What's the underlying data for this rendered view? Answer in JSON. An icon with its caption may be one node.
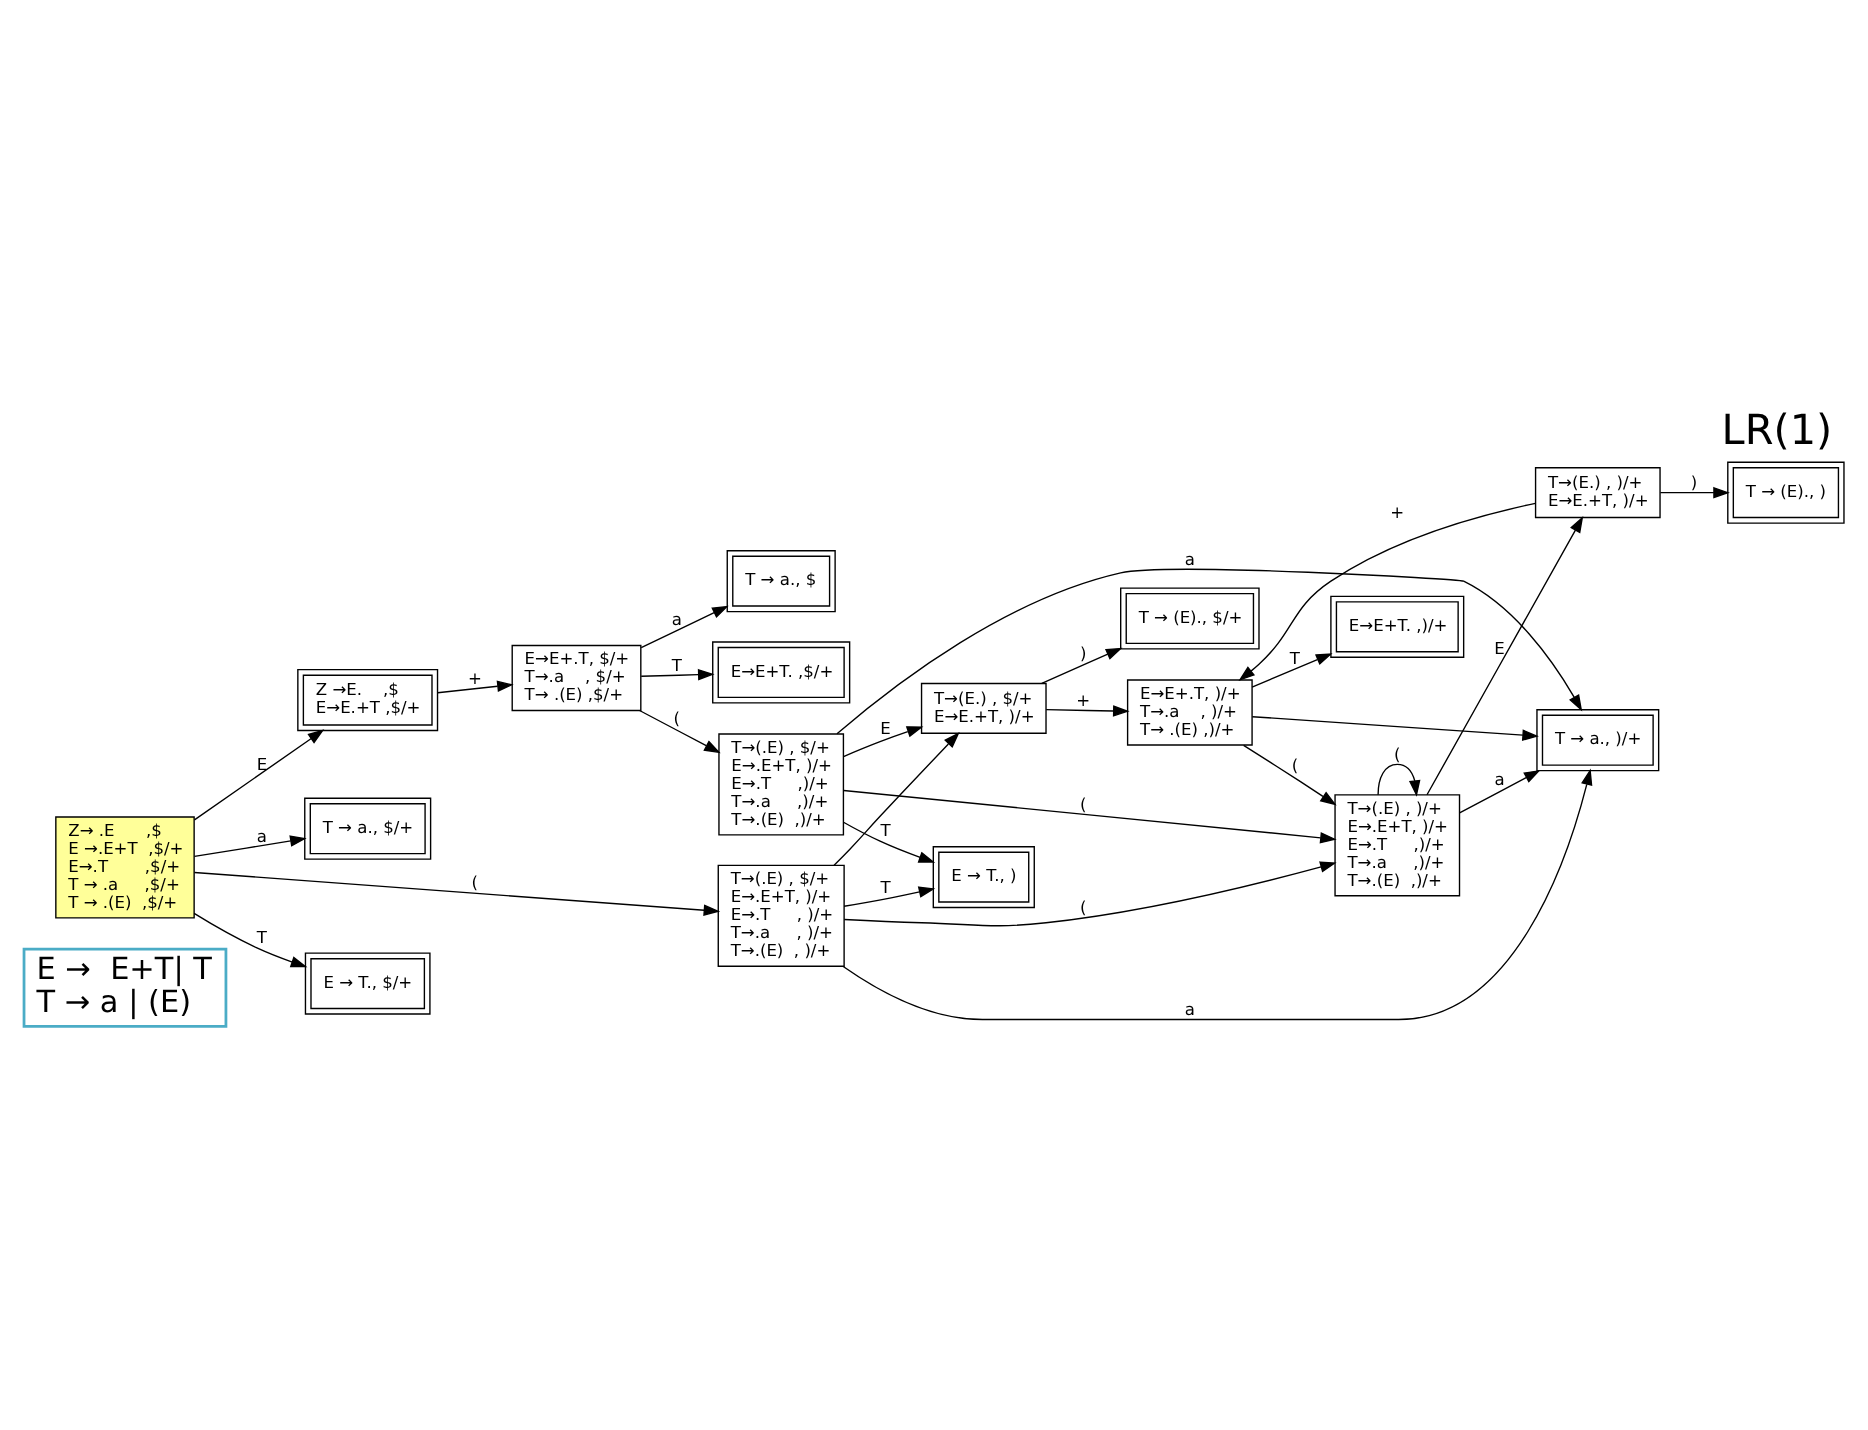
{
  "diagram": {
    "title": "LR(1)",
    "nodes": [
      {
        "text": [
          "E →  E+T| T",
          "T → a | (E)"
        ]
      },
      {
        "text": [
          "Z→ .E      ,$",
          "E →.E+T  ,$/+",
          "E→.T       ,$/+",
          "T → .a     ,$/+",
          "T → .(E)  ,$/+"
        ]
      },
      {
        "text": [
          "Z →E.    ,$",
          "E→E.+T ,$/+"
        ]
      },
      {
        "text": [
          "E→E+.T, $/+",
          "T→.a    , $/+",
          "T→ .(E) ,$/+"
        ]
      },
      {
        "text": [
          "E→E+T. ,$/+"
        ]
      },
      {
        "text": [
          "T→(.E) , $/+",
          "E→.E+T, )/+",
          "E→.T     ,)/+",
          "T→.a     ,)/+",
          "T→.(E)  ,)/+"
        ]
      },
      {
        "text": [
          "T → a., $"
        ]
      },
      {
        "text": [
          "T→(E.) , $/+",
          "E→E.+T, )/+"
        ]
      },
      {
        "text": [
          "T → (E)., $/+"
        ]
      },
      {
        "text": [
          "T → a., $/+"
        ]
      },
      {
        "text": [
          "E → T., )"
        ]
      },
      {
        "text": [
          "T→(.E) , $/+",
          "E→.E+T, )/+",
          "E→.T     , )/+",
          "T→.a     , )/+",
          "T→.(E)  , )/+"
        ]
      },
      {
        "text": [
          "T→(.E) , )/+",
          "E→.E+T, )/+",
          "E→.T     ,)/+",
          "T→.a     ,)/+",
          "T→.(E)  ,)/+"
        ]
      },
      {
        "text": [
          "T→(E.) , )/+",
          "E→E.+T, )/+"
        ]
      },
      {
        "text": [
          "E→E+.T, )/+",
          "T→.a    , )/+",
          "T→ .(E) ,)/+"
        ]
      },
      {
        "text": [
          "T → (E)., )"
        ]
      },
      {
        "text": [
          "E → T., $/+"
        ]
      },
      {
        "text": [
          "T → a., )/+"
        ]
      },
      {
        "text": [
          "E→E+T. ,)/+"
        ]
      }
    ],
    "edges": [
      {
        "from": 1,
        "to": 2,
        "arrow": "to",
        "label": "E"
      },
      {
        "from": 2,
        "to": 3,
        "arrow": "to",
        "label": "+"
      },
      {
        "from": 3,
        "to": 4,
        "arrow": "to",
        "label": "T"
      },
      {
        "from": 3,
        "to": 5,
        "arrow": "to",
        "label": "("
      },
      {
        "from": 3,
        "to": 6,
        "arrow": "to",
        "label": "a"
      },
      {
        "from": 5,
        "to": 7,
        "arrow": "to",
        "label": "E"
      },
      {
        "from": 5,
        "to": 10,
        "arrow": "to",
        "label": "T"
      },
      {
        "from": 5,
        "to": 12,
        "arrow": "to",
        "label": "("
      },
      {
        "from": 5,
        "to": 17,
        "arrow": "to",
        "label": "a"
      },
      {
        "from": 7,
        "to": 8,
        "arrow": "to",
        "label": ")"
      },
      {
        "from": 7,
        "to": 14,
        "arrow": "to",
        "label": "+"
      },
      {
        "from": 1,
        "to": 9,
        "arrow": "to",
        "label": "a"
      },
      {
        "from": 1,
        "to": 11,
        "arrow": "to",
        "label": "("
      },
      {
        "from": 1,
        "to": 16,
        "arrow": "to",
        "label": "T"
      },
      {
        "from": 11,
        "to": 10,
        "arrow": "to",
        "label": "T"
      },
      {
        "from": 11,
        "to": 7,
        "arrow": "to"
      },
      {
        "from": 11,
        "to": 12,
        "arrow": "to",
        "label": "("
      },
      {
        "from": 11,
        "to": 17,
        "arrow": "to",
        "label": "a"
      },
      {
        "from": 12,
        "to": 13,
        "arrow": "to",
        "label": "E"
      },
      {
        "from": 12,
        "to": 12,
        "arrow": "to",
        "label": "("
      },
      {
        "from": 12,
        "to": 17,
        "arrow": "to",
        "label": "a"
      },
      {
        "from": 13,
        "to": 14,
        "arrow": "to",
        "label": "+"
      },
      {
        "from": 13,
        "to": 15,
        "arrow": "to",
        "label": ")"
      },
      {
        "from": 14,
        "to": 12,
        "arrow": "to",
        "label": "("
      },
      {
        "from": 14,
        "to": 18,
        "arrow": "to",
        "label": "T"
      },
      {
        "from": 14,
        "to": 17,
        "arrow": "to"
      }
    ]
  }
}
